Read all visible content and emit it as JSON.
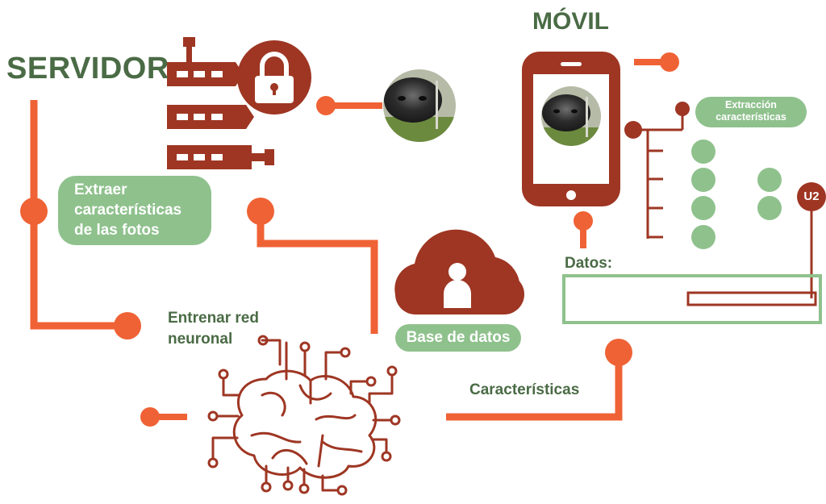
{
  "server": {
    "title": "SERVIDOR"
  },
  "mobile": {
    "title": "MÓVIL"
  },
  "steps": {
    "extract": "Extraer características de las fotos",
    "train": "Entrenar red neuronal",
    "database": "Base de datos",
    "features_sent": "Características"
  },
  "mobile_panel": {
    "feature_extraction": "Extracción características",
    "data_label": "Datos:",
    "badge": "U2"
  },
  "icons": [
    "server-stack-icon",
    "padlock-icon",
    "cow-photo-icon",
    "smartphone-icon",
    "cloud-user-icon",
    "brain-circuit-icon",
    "feature-tree-icon"
  ],
  "colors": {
    "orange": "#ef6235",
    "dark_red": "#9e3623",
    "green_pill": "#8fc18d",
    "green_text": "#4a6b45",
    "green_box": "#8fc18d"
  }
}
